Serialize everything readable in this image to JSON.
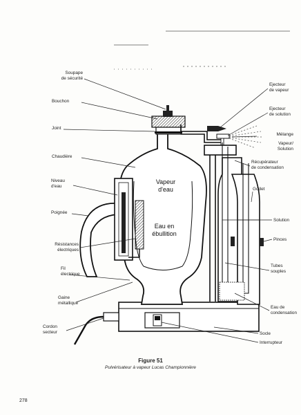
{
  "labels": {
    "soupape_line1": "Soupape",
    "soupape_line2": "de sécurité",
    "bouchon": "Bouchon",
    "joint": "Joint",
    "chaudiere": "Chaudière",
    "niveau_line1": "Niveau",
    "niveau_line2": "d'eau",
    "poignee": "Poignée",
    "resistances_line1": "Résistances",
    "resistances_line2": "électriques",
    "fil_line1": "Fil",
    "fil_line2": "électrique",
    "gaine_line1": "Gaine",
    "gaine_line2": "métallique",
    "cordon_line1": "Cordon",
    "cordon_line2": "secteur",
    "ejecteur_vapeur_line1": "Ejecteur",
    "ejecteur_vapeur_line2": "de vapeur",
    "ejecteur_solution_line1": "Ejecteur",
    "ejecteur_solution_line2": "de solution",
    "melange": "Mélange",
    "vapeur_solution_line1": "Vapeur/",
    "vapeur_solution_line2": "Solution",
    "recuperateur_line1": "Récupérateur",
    "recuperateur_line2": "de condensation",
    "godet": "Godet",
    "solution": "Solution",
    "pinces": "Pinces",
    "tubes_line1": "Tubes",
    "tubes_line2": "souples",
    "eau_condensation_line1": "Eau de",
    "eau_condensation_line2": "condensation",
    "socle": "Socle",
    "interrupteur": "Interrupteur",
    "vapeur_eau_line1": "Vapeur",
    "vapeur_eau_line2": "d'eau",
    "eau_ebullition_line1": "Eau en",
    "eau_ebullition_line2": "ébullition"
  },
  "figure": {
    "title": "Figure 51",
    "caption": "Pulvérisateur à vapeur Lucas Championnière"
  },
  "page_number": "278"
}
